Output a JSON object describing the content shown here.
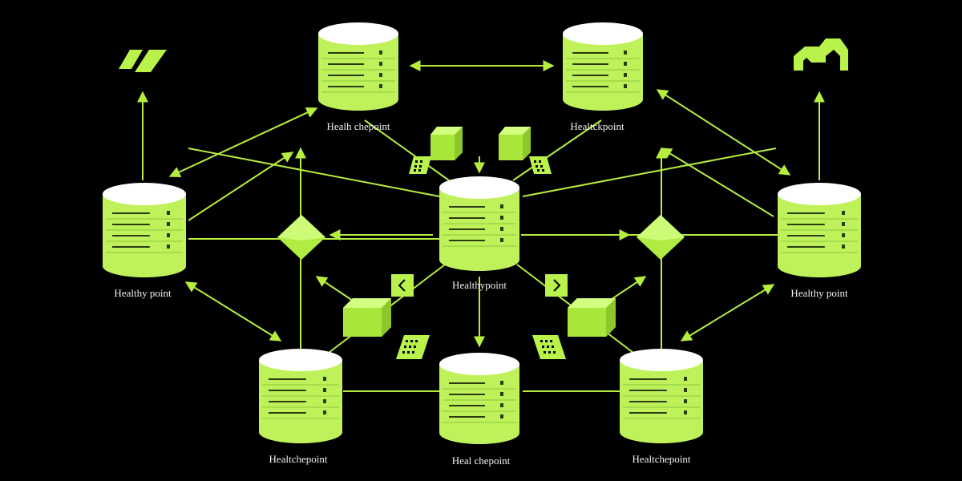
{
  "colors": {
    "background": "#000000",
    "accent": "#b9f24a",
    "node_body": "#bff25a",
    "node_top": "#ffffff",
    "line": "#b6ee3f",
    "label": "#f2f2f2"
  },
  "nodes": [
    {
      "id": "top-left",
      "label": "Healh chepoint"
    },
    {
      "id": "top-right",
      "label": "Healtckpoint"
    },
    {
      "id": "mid-left",
      "label": "Healthy point"
    },
    {
      "id": "center",
      "label": "Healthypoint"
    },
    {
      "id": "mid-right",
      "label": "Healthy point"
    },
    {
      "id": "bottom-left",
      "label": "Healtchepoint"
    },
    {
      "id": "bottom-center",
      "label": "Heal chepoint"
    },
    {
      "id": "bottom-right",
      "label": "Healtchepoint"
    }
  ],
  "icons": [
    {
      "id": "corner-left",
      "name": "double-slash-icon"
    },
    {
      "id": "corner-right",
      "name": "connector-icon"
    }
  ]
}
